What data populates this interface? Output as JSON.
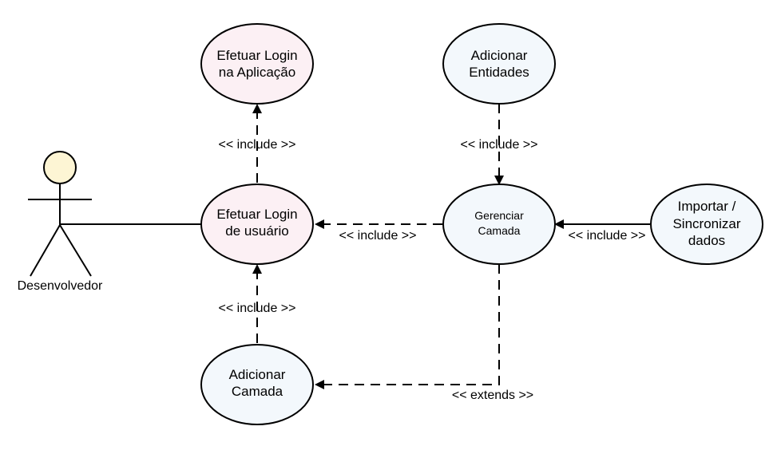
{
  "diagram": {
    "type": "use-case",
    "colors": {
      "actor_head": "#fdf5d4",
      "login_usecase_fill": "#fcf0f4",
      "usecase_fill": "#f3f8fc",
      "stroke": "#000000",
      "background": "#ffffff"
    },
    "actor": {
      "name": "Desenvolvedor"
    },
    "use_cases": {
      "efetuar_login_aplicacao": {
        "line1": "Efetuar Login",
        "line2": "na Aplicação"
      },
      "efetuar_login_usuario": {
        "line1": "Efetuar Login",
        "line2": "de usuário"
      },
      "adicionar_camada": {
        "line1": "Adicionar",
        "line2": "Camada"
      },
      "adicionar_entidades": {
        "line1": "Adicionar",
        "line2": "Entidades"
      },
      "gerenciar_camada": {
        "line1": "Gerenciar",
        "line2": "Camada"
      },
      "importar_sincronizar": {
        "line1": "Importar /",
        "line2": "Sincronizar",
        "line3": "dados"
      }
    },
    "relationships": {
      "usuario_to_aplicacao": "<< include >>",
      "adicionar_camada_to_usuario": "<< include >>",
      "gerenciar_to_usuario": "<< include >>",
      "entidades_to_gerenciar": "<< include >>",
      "importar_to_gerenciar": "<< include >>",
      "gerenciar_to_adicionar_camada": "<< extends >>"
    }
  }
}
